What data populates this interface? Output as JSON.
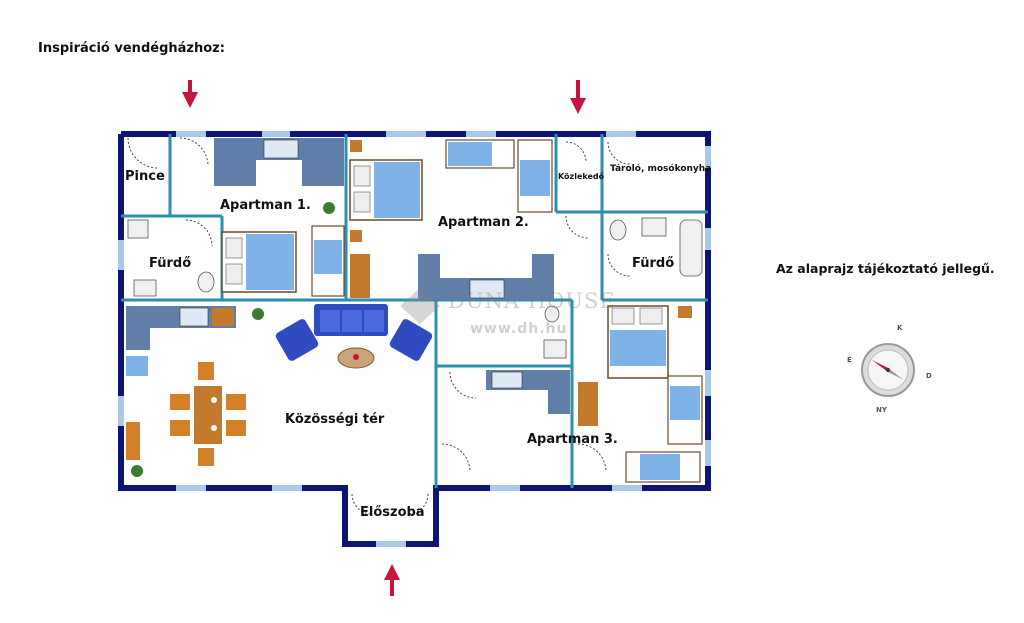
{
  "title": "Inspiráció vendégházhoz:",
  "note": "Az alaprajz tájékoztató jellegű.",
  "rooms": {
    "pince": "Pince",
    "apartman1": "Apartman 1.",
    "furdo_left": "Fürdő",
    "apartman2": "Apartman 2.",
    "kozlekedo": "Közlekedő",
    "tarolo": "Tároló, mosókonyha",
    "furdo_right": "Fürdő",
    "kozossegi": "Közösségi tér",
    "apartman3": "Apartman 3.",
    "eloszoba": "Előszoba"
  },
  "watermark": {
    "brand": "DUNA HOUSE",
    "url": "www.dh.hu"
  },
  "compass": {
    "n": "É",
    "e": "K",
    "s": "D",
    "w": "NY"
  },
  "colors": {
    "wall": "#0d1473",
    "inner_wall": "#2a8fb0",
    "window": "#a9c9e6",
    "bed": "#7fb3e8",
    "counter": "#5f7ea8",
    "table": "#c47a2c",
    "arrow": "#c8143c"
  }
}
